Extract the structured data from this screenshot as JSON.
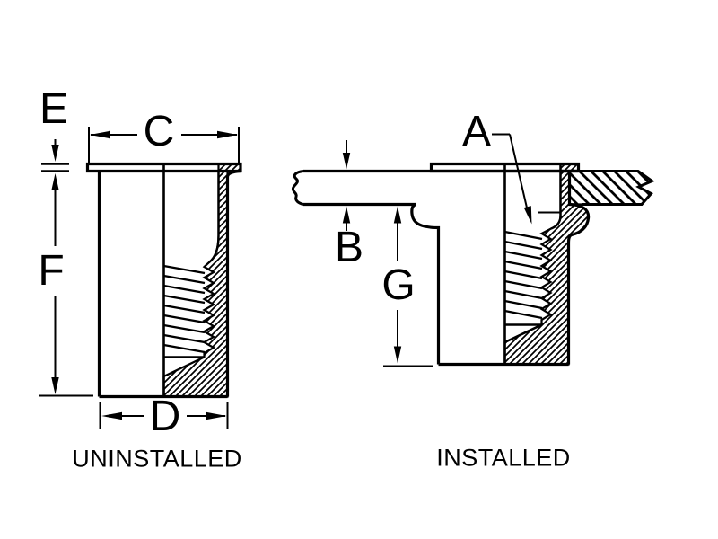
{
  "colors": {
    "background": "#ffffff",
    "line": "#000000"
  },
  "patterns": {
    "nut_section_hatch": "fine-diagonal-rising",
    "sheet_section_hatch": "wide-diagonal-falling"
  },
  "uninstalled": {
    "caption": "UNINSTALLED",
    "dims": {
      "E": "E",
      "C": "C",
      "F": "F",
      "D": "D"
    }
  },
  "installed": {
    "caption": "INSTALLED",
    "dims": {
      "A": "A",
      "B": "B",
      "G": "G"
    }
  }
}
